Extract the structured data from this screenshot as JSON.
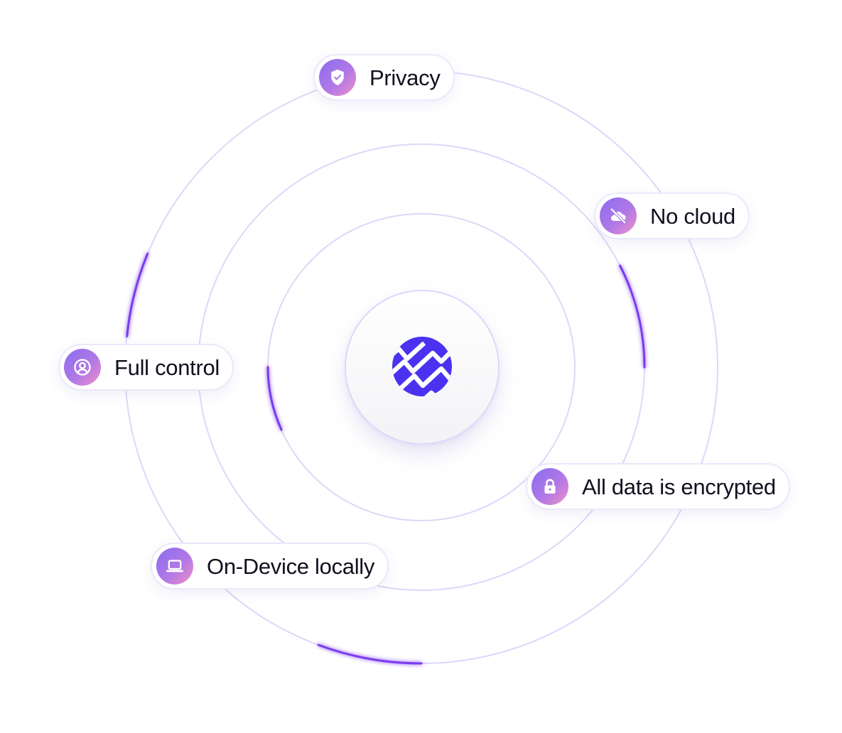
{
  "diagram": {
    "center": {
      "logo_icon": "striped-circle-logo-icon",
      "logo_color": "#4a32f0"
    },
    "features": [
      {
        "label": "Privacy",
        "icon": "shield-check-icon"
      },
      {
        "label": "No cloud",
        "icon": "cloud-off-icon"
      },
      {
        "label": "Full control",
        "icon": "user-circle-icon"
      },
      {
        "label": "All data is encrypted",
        "icon": "lock-icon"
      },
      {
        "label": "On-Device locally",
        "icon": "laptop-icon"
      }
    ],
    "colors": {
      "ring": "#ddd8f8",
      "accent_arc": "#7c3aed",
      "badge_gradient_start": "#8b6cf0",
      "badge_gradient_end": "#f08fc9",
      "label_text": "#11101f"
    }
  }
}
